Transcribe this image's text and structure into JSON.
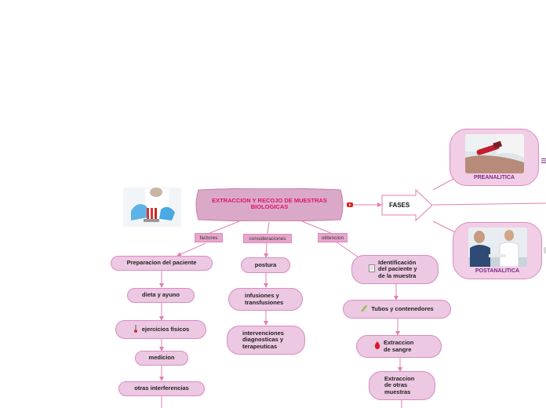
{
  "central_topic": {
    "title": "EXTRACCION Y RECOJO DE MUESTRAS BIOLOGICAS"
  },
  "fases": {
    "label": "FASES",
    "items": [
      {
        "label": "PREANALITICA"
      },
      {
        "label": "POSTANALITICA"
      }
    ]
  },
  "branches": [
    {
      "tag": "factores",
      "items": [
        "Preparacion del paciente",
        "dieta y ayuno",
        "ejercicios fisicos",
        "medicion",
        "otras interferencias"
      ]
    },
    {
      "tag": "consideraciones",
      "items": [
        "postura",
        "infusiones y transfusiones",
        "intervenciones diagnosticas y terapeuticas"
      ]
    },
    {
      "tag": "obtencion",
      "items": [
        "Identificación del paciente y de la muestra",
        "Tubos y contenedores",
        "Extraccion de sangre",
        "Extraccion de otras muestras"
      ]
    }
  ],
  "colors": {
    "node_fill": "#ecc8e2",
    "node_border": "#d98cbf",
    "tag_fill": "#e8a6cc",
    "title_text": "#e0116b",
    "phase_text": "#7a2b84",
    "connector": "#e27fb0"
  },
  "icons": [
    "lab-photo",
    "blood-sample-photo",
    "doctor-patient-photo",
    "thermometer-icon",
    "document-icon",
    "test-tube-icon",
    "blood-drop-icon",
    "youtube-icon",
    "list-icon"
  ]
}
